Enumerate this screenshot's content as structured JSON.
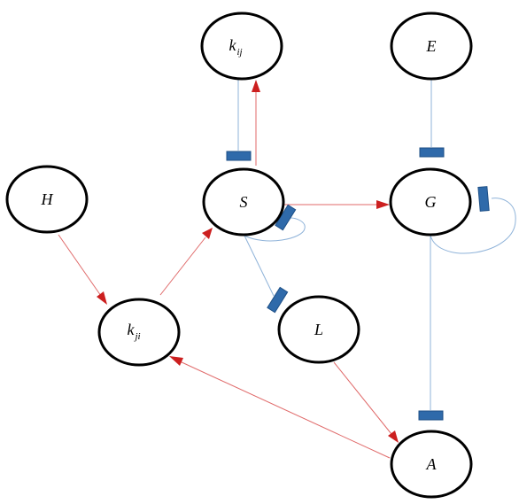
{
  "colors": {
    "activation": "#e06a6a",
    "activation_head": "#cc1f1f",
    "inhibition": "#8fb3d9",
    "inhibition_bar": "#2f6aaa"
  },
  "nodes": {
    "kij": {
      "label": "k",
      "sub": "ij"
    },
    "E": {
      "label": "E"
    },
    "H": {
      "label": "H"
    },
    "S": {
      "label": "S"
    },
    "G": {
      "label": "G"
    },
    "kji": {
      "label": "k",
      "sub": "ji"
    },
    "L": {
      "label": "L"
    },
    "A": {
      "label": "A"
    }
  },
  "edges": [
    {
      "from": "S",
      "to": "kij",
      "type": "activation"
    },
    {
      "from": "kij",
      "to": "S",
      "type": "inhibition"
    },
    {
      "from": "E",
      "to": "G",
      "type": "inhibition"
    },
    {
      "from": "S",
      "to": "G",
      "type": "activation"
    },
    {
      "from": "S",
      "to": "S",
      "type": "inhibition"
    },
    {
      "from": "G",
      "to": "G",
      "type": "inhibition"
    },
    {
      "from": "H",
      "to": "kji",
      "type": "activation"
    },
    {
      "from": "kji",
      "to": "S",
      "type": "activation"
    },
    {
      "from": "S",
      "to": "L",
      "type": "inhibition"
    },
    {
      "from": "G",
      "to": "A",
      "type": "inhibition"
    },
    {
      "from": "L",
      "to": "A",
      "type": "activation"
    },
    {
      "from": "A",
      "to": "kji",
      "type": "activation"
    }
  ]
}
